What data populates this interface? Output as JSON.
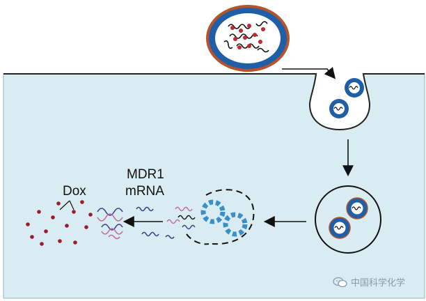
{
  "labels": {
    "dox": "Dox",
    "mdr1": "MDR1",
    "mrna": "mRNA"
  },
  "watermark": {
    "text": "中国科学化学",
    "icon": "wechat-icon"
  },
  "colors": {
    "cell_interior": "#d9ecf1",
    "membrane": "#222222",
    "nanoparticle_shell": "#1f5fa8",
    "nanoparticle_outer_ring": "#b5532a",
    "dox_molecule": "#9b1c2c",
    "mdr1_mrna": "#3a3f8f",
    "sirna": "#c06ba0"
  }
}
